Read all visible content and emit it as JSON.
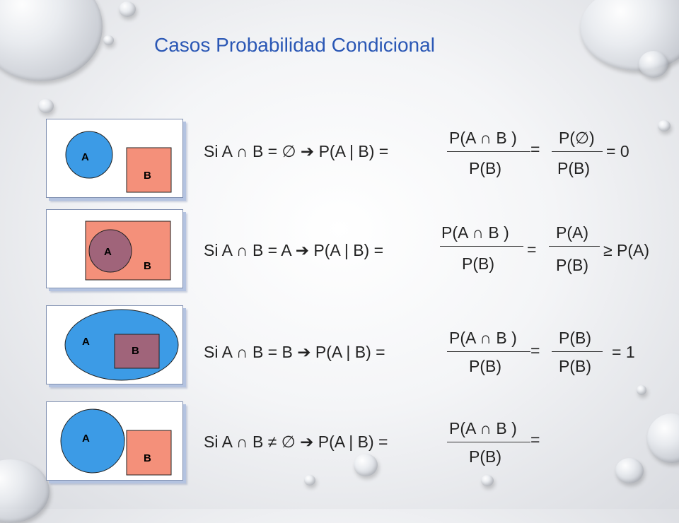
{
  "title": "Casos Probabilidad Condicional",
  "colors": {
    "set_a": "#3c9be6",
    "set_b": "#f4907a",
    "overlap": "#a0647a",
    "title": "#2a57b5"
  },
  "cases": [
    {
      "label_a": "A",
      "label_b": "B",
      "statement": "Si  A ∩ B =  ∅  ➔  P(A | B) =",
      "frac1_num": "P(A  ∩ B )",
      "frac1_den": "P(B)",
      "eq": "=",
      "frac2_num": "P(∅)",
      "frac2_den": "P(B)",
      "result": "= 0"
    },
    {
      "label_a": "A",
      "label_b": "B",
      "statement": "Si  A ∩ B = A  ➔  P(A | B) =",
      "frac1_num": "P(A  ∩ B )",
      "frac1_den": "P(B)",
      "eq": "=",
      "frac2_num": "P(A)",
      "frac2_den": "P(B)",
      "result": "≥ P(A)"
    },
    {
      "label_a": "A",
      "label_b": "B",
      "statement": "Si  A ∩ B = B  ➔  P(A | B) =",
      "frac1_num": "P(A  ∩ B )",
      "frac1_den": "P(B)",
      "eq": "=",
      "frac2_num": "P(B)",
      "frac2_den": "P(B)",
      "result": "= 1"
    },
    {
      "label_a": "A",
      "label_b": "B",
      "statement": "Si  A ∩ B  ≠  ∅  ➔  P(A | B) =",
      "frac1_num": "P(A  ∩ B )",
      "frac1_den": "P(B)",
      "eq": "=",
      "frac2_num": "",
      "frac2_den": "",
      "result": ""
    }
  ]
}
